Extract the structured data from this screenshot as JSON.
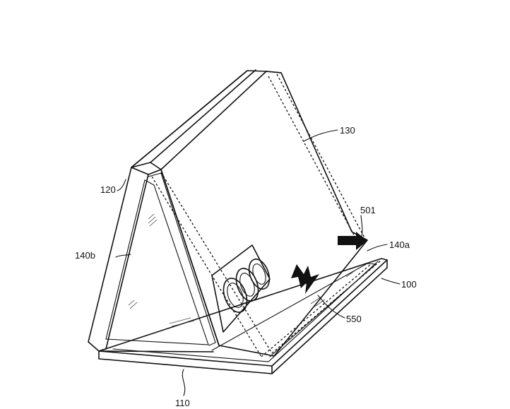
{
  "labels": {
    "l100": "100",
    "l110": "110",
    "l120": "120",
    "l130": "130",
    "l140a": "140a",
    "l140b": "140b",
    "l501": "501",
    "l550": "550"
  }
}
